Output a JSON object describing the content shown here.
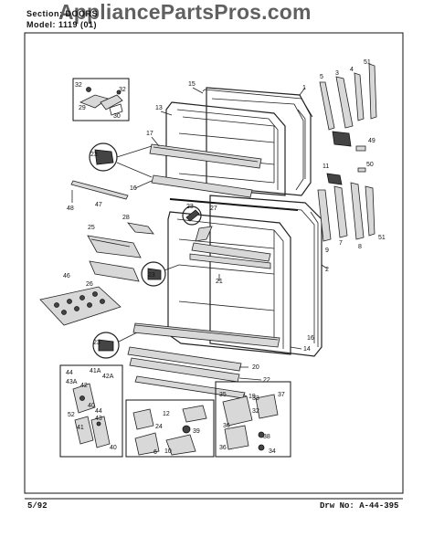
{
  "header": {
    "section_label": "Section:",
    "section_value": "DOORS",
    "model_label": "Model:",
    "model_value": "1119 (01)"
  },
  "watermark": "AppliancePartsPros.com",
  "footer": {
    "date": "5/92",
    "drawing_label": "Drw No:",
    "drawing_number": "A-44-395"
  },
  "callouts": {
    "c1": "1",
    "c2": "2",
    "c3": "3",
    "c4": "4",
    "c5": "5",
    "c6": "6",
    "c7": "7",
    "c8": "8",
    "c9": "9",
    "c10": "10",
    "c11": "11",
    "c12": "12",
    "c13": "13",
    "c14": "14",
    "c15": "15",
    "c16a": "16",
    "c16b": "16",
    "c17": "17",
    "c19": "19",
    "c20": "20",
    "c21a": "21",
    "c21b": "21",
    "c22": "22",
    "c23a": "23",
    "c23b": "23",
    "c23c": "23",
    "c23d": "23",
    "c24": "24",
    "c25": "25",
    "c26": "26",
    "c27": "27",
    "c28": "28",
    "c29": "29",
    "c30": "30",
    "c32": "32",
    "c33": "33",
    "c34": "34",
    "c35": "35",
    "c36": "36",
    "c37": "37",
    "c38": "38",
    "c39": "39",
    "c40": "40",
    "c41": "41",
    "c41a": "41A",
    "c42": "42",
    "c42a": "42A",
    "c43": "43",
    "c43a": "43A",
    "c44a": "44",
    "c44b": "44",
    "c46": "46",
    "c47": "47",
    "c48": "48",
    "c49": "49",
    "c50": "50",
    "c51a": "51",
    "c51b": "51",
    "c52": "52"
  }
}
